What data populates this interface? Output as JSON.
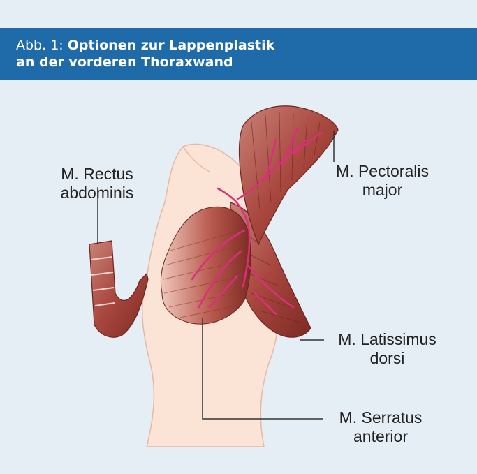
{
  "header": {
    "figure_number": "Abb. 1:",
    "title_line1": "Optionen zur Lappenplastik",
    "title_line2": "an der vorderen Thoraxwand"
  },
  "labels": {
    "rectus": {
      "line1": "M. Rectus",
      "line2": "abdominis"
    },
    "pectoralis": {
      "line1": "M. Pectoralis",
      "line2": "major"
    },
    "latissimus": {
      "line1": "M. Latissimus",
      "line2": "dorsi"
    },
    "serratus": {
      "line1": "M. Serratus",
      "line2": "anterior"
    }
  },
  "colors": {
    "panel_background": "#e5edf5",
    "header_background": "#1f6aa8",
    "skin": "#fbe4d6",
    "muscle": "#a8473e",
    "muscle_dark": "#7d2a24",
    "vessel": "#d8307a"
  }
}
